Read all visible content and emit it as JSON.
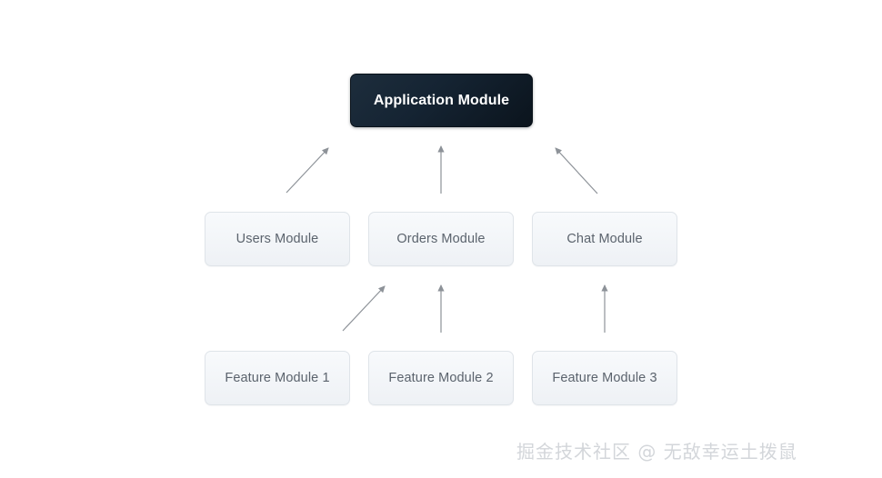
{
  "diagram": {
    "type": "hierarchy-flow",
    "background_color": "#ffffff",
    "accent_dark": "#152433",
    "node_fill": "#f2f5f8",
    "node_border": "#dfe4e9",
    "node_text_color": "#5b636d",
    "arrow_color": "#8d9298",
    "levels": [
      {
        "name": "application-level",
        "nodes": [
          {
            "id": "application-module",
            "label": "Application Module",
            "style": "dark"
          }
        ]
      },
      {
        "name": "domain-level",
        "nodes": [
          {
            "id": "users-module",
            "label": "Users Module",
            "style": "light"
          },
          {
            "id": "orders-module",
            "label": "Orders Module",
            "style": "light"
          },
          {
            "id": "chat-module",
            "label": "Chat Module",
            "style": "light"
          }
        ]
      },
      {
        "name": "feature-level",
        "nodes": [
          {
            "id": "feature-module-1",
            "label": "Feature Module 1",
            "style": "light"
          },
          {
            "id": "feature-module-2",
            "label": "Feature Module 2",
            "style": "light"
          },
          {
            "id": "feature-module-3",
            "label": "Feature Module 3",
            "style": "light"
          }
        ]
      }
    ],
    "edges": [
      {
        "from": "users-module",
        "to": "application-module",
        "direction": "up-right"
      },
      {
        "from": "orders-module",
        "to": "application-module",
        "direction": "up"
      },
      {
        "from": "chat-module",
        "to": "application-module",
        "direction": "up-left"
      },
      {
        "from": "feature-module-1",
        "to": "orders-module",
        "direction": "up-right"
      },
      {
        "from": "feature-module-2",
        "to": "orders-module",
        "direction": "up"
      },
      {
        "from": "feature-module-3",
        "to": "chat-module",
        "direction": "up"
      }
    ]
  },
  "watermark": {
    "text": "掘金技术社区 @ 无敌幸运土拨鼠",
    "color": "#d3d6da"
  }
}
